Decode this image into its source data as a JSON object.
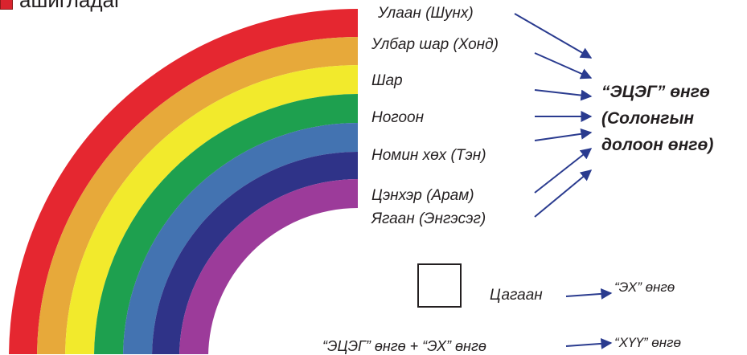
{
  "header": {
    "text": "ашигладаг"
  },
  "rainbow": {
    "bands": [
      {
        "label": "Улаан (Шунх)",
        "color": "#e52730"
      },
      {
        "label": "Улбар шар (Хонд)",
        "color": "#e7a93a"
      },
      {
        "label": "Шар",
        "color": "#f2ea2c"
      },
      {
        "label": "Ногоон",
        "color": "#1ea04f"
      },
      {
        "label": "Номин хөх (Тэн)",
        "color": "#4373b1"
      },
      {
        "label": "Цэнхэр (Арам)",
        "color": "#2f3388"
      },
      {
        "label": "Ягаан (Энгэсэг)",
        "color": "#9c3b9a"
      }
    ]
  },
  "father_colors": {
    "line1": "“ЭЦЭГ” өнгө",
    "line2": "(Солонгын",
    "line3": "долоон өнгө)"
  },
  "white": {
    "label": "Цагаан",
    "result": "“ЭХ” өнгө"
  },
  "mix": {
    "formula": "“ЭЦЭГ” өнгө + “ЭХ” өнгө",
    "result": "“ХҮҮ” өнгө"
  },
  "arrow_color": "#2a3b8f"
}
